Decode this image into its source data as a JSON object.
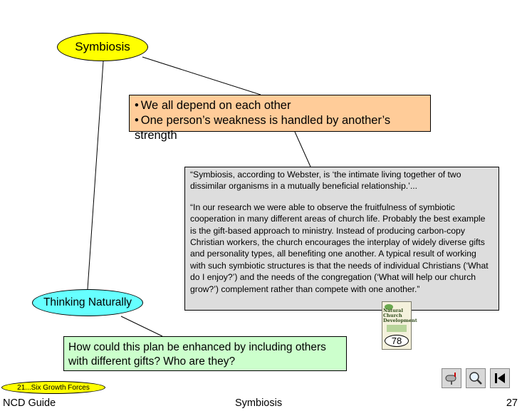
{
  "ovals": {
    "symbiosis": "Symbiosis",
    "thinking_naturally": "Thinking Naturally",
    "six_growth_forces": "21...Six Growth Forces"
  },
  "bullets": [
    "We all depend on each other",
    "One person’s weakness is handled by another’s strength"
  ],
  "quote": {
    "para1": "“Symbiosis, according to Webster, is ‘the intimate living together of two dissimilar organisms in a mutually beneficial relationship.’...",
    "para2": "“In our research we were able to observe the fruitfulness of symbiotic cooperation in many different areas of church life.  Probably the best example is the gift-based approach to ministry.  Instead of producing carbon-copy Christian workers, the church encourages the interplay of widely diverse gifts and personality types, all benefiting one another.  A typical result of working with such symbiotic structures is that the needs of individual Christians (‘What do I enjoy?’) and the needs of the congregation (‘What will help our church grow?’) complement rather than compete with one another.”"
  },
  "book": {
    "title_line1": "Natural",
    "title_line2": "Church",
    "title_line3": "Development",
    "page": "78"
  },
  "question": "How could this plan be enhanced by including others with different gifts?  Who are they?",
  "footer": {
    "left": "NCD Guide",
    "center": "Symbiosis",
    "right": "27"
  },
  "icons": [
    "mailbox-icon",
    "magnifier-icon",
    "first-slide-icon"
  ]
}
